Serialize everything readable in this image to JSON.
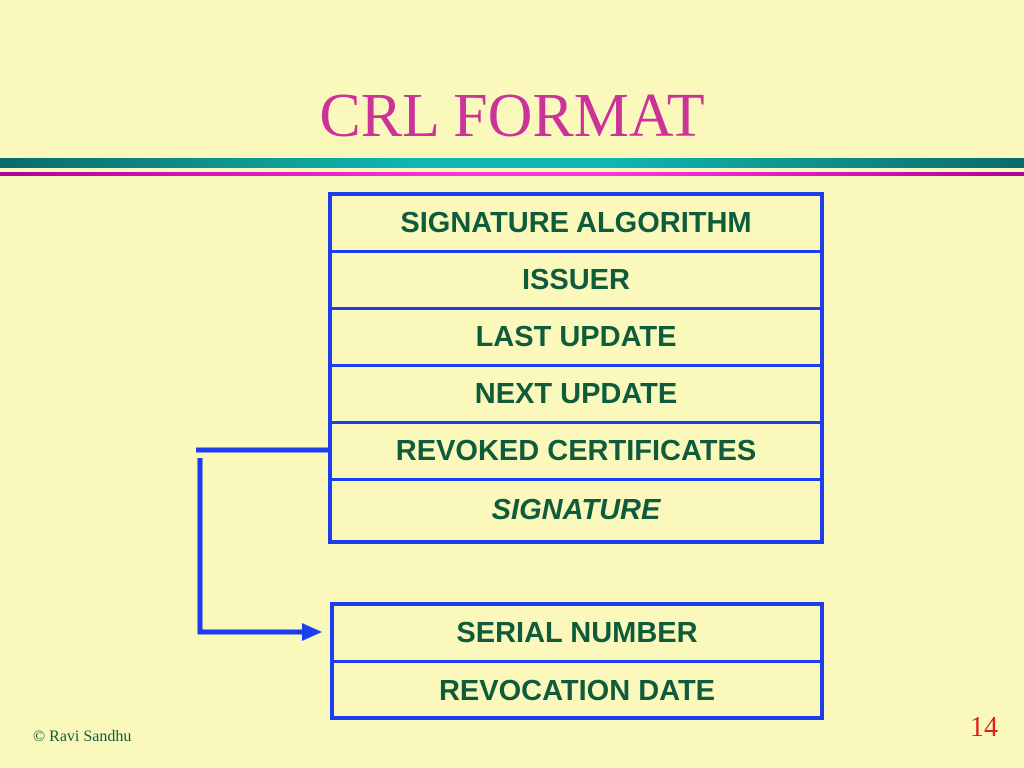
{
  "slide": {
    "title": "CRL FORMAT",
    "footer": "© Ravi Sandhu",
    "page_number": "14"
  },
  "crl_fields": [
    {
      "label": "SIGNATURE ALGORITHM",
      "italic": false
    },
    {
      "label": "ISSUER",
      "italic": false
    },
    {
      "label": "LAST UPDATE",
      "italic": false
    },
    {
      "label": "NEXT UPDATE",
      "italic": false
    },
    {
      "label": "REVOKED CERTIFICATES",
      "italic": false
    },
    {
      "label": "SIGNATURE",
      "italic": true
    }
  ],
  "revoked_entry_fields": [
    {
      "label": "SERIAL NUMBER"
    },
    {
      "label": "REVOCATION DATE"
    }
  ],
  "colors": {
    "background": "#fbf8bc",
    "title": "#cc3399",
    "box_border": "#1a3ef0",
    "field_text": "#0f5c3d",
    "page_number": "#e0201a"
  }
}
